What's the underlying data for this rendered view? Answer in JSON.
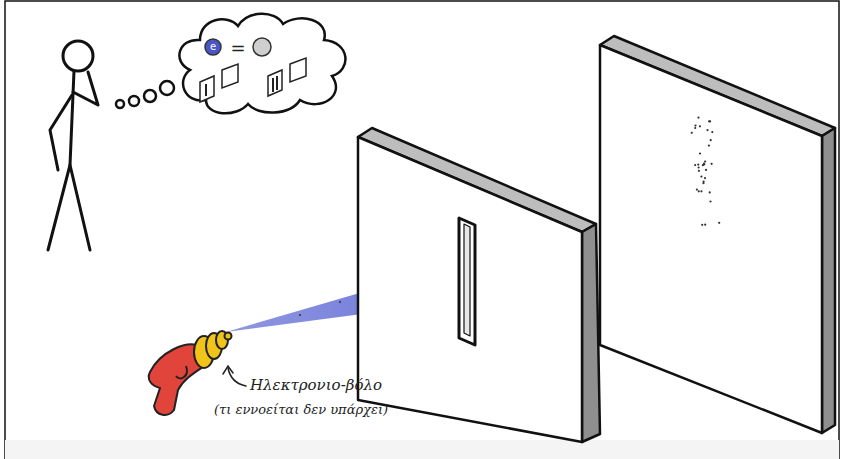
{
  "diagram": {
    "nodes": [
      {
        "text": [
          "e"
        ]
      }
    ],
    "labels": [
      "=",
      "Ηλεκτρονιο-βόλο",
      "(τι εννοείται δεν υπάρχει)"
    ]
  }
}
